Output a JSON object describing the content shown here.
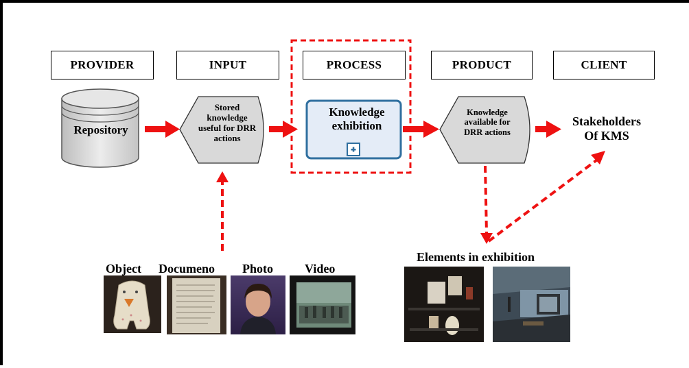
{
  "stages": {
    "provider": "PROVIDER",
    "input": "INPUT",
    "process": "PROCESS",
    "product": "PRODUCT",
    "client": "CLIENT"
  },
  "nodes": {
    "repository": "Repository",
    "input_lines": [
      "Stored",
      "knowledge",
      "useful for DRR",
      "actions"
    ],
    "process_lines": [
      "Knowledge",
      "exhibition"
    ],
    "product_lines": [
      "Knowledge",
      "available for",
      "DRR actions"
    ],
    "client_lines": [
      "Stakeholders",
      "Of KMS"
    ]
  },
  "media_captions": {
    "object": "Object",
    "document": "Documeno",
    "photo": "Photo",
    "video": "Video"
  },
  "elements_caption": "Elements in exhibition",
  "colors": {
    "arrow": "#ee1111",
    "process_box_fill": "#e4ecf7",
    "process_box_stroke": "#2f6f9f",
    "shape_fill": "#d9d9d9"
  }
}
